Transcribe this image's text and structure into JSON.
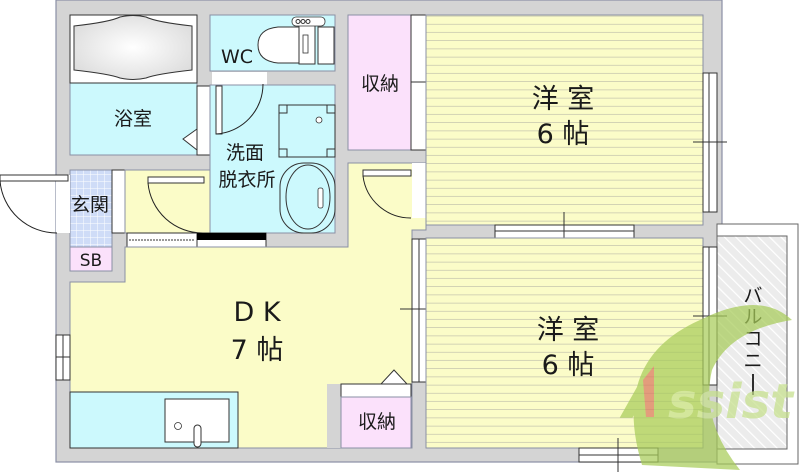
{
  "floor_plan": {
    "rooms": {
      "bathroom": "浴室",
      "toilet": "WC",
      "washroom_line1": "洗面",
      "washroom_line2": "脱衣所",
      "entrance": "玄関",
      "shoe_box": "SB",
      "storage_top": "収納",
      "storage_bottom": "収納",
      "western_room_top_line1": "洋 室",
      "western_room_top_line2": "6 帖",
      "western_room_bottom_line1": "洋 室",
      "western_room_bottom_line2": "6 帖",
      "dining_kitchen_line1": "D K",
      "dining_kitchen_line2": "7 帖",
      "balcony_chars": [
        "バ",
        "ル",
        "コ",
        "ニ",
        "ー"
      ]
    },
    "watermark": {
      "text_first": "A",
      "text_rest": "ssist"
    },
    "colors": {
      "wall": "#d4d4d4",
      "wet_area": "#ccf9fd",
      "entrance_tile": "#cfdcf7",
      "storage": "#fbe1fb",
      "flooring": "#fbfcc8",
      "balcony": "#ececec",
      "watermark_green": "#a8cc5a",
      "watermark_red": "#e07060"
    }
  }
}
